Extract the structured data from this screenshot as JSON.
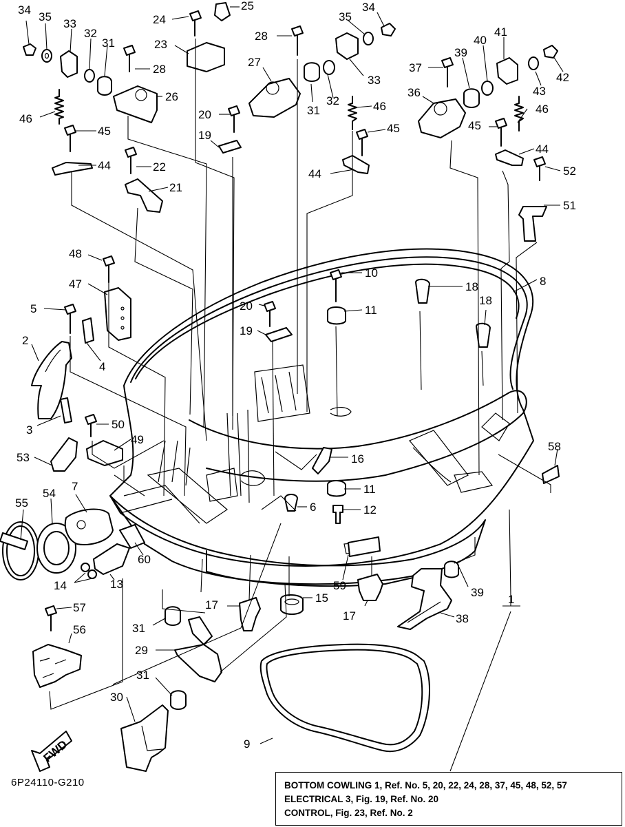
{
  "diagram": {
    "drawing_code": "6P24110-G210",
    "direction_label": "FWD",
    "callouts": [
      {
        "id": "c34a",
        "text": "34"
      },
      {
        "id": "c35a",
        "text": "35"
      },
      {
        "id": "c33a",
        "text": "33"
      },
      {
        "id": "c32a",
        "text": "32"
      },
      {
        "id": "c31a",
        "text": "31"
      },
      {
        "id": "c28a",
        "text": "28"
      },
      {
        "id": "c24",
        "text": "24"
      },
      {
        "id": "c25",
        "text": "25"
      },
      {
        "id": "c23",
        "text": "23"
      },
      {
        "id": "c26",
        "text": "26"
      },
      {
        "id": "c46a",
        "text": "46"
      },
      {
        "id": "c45a",
        "text": "45"
      },
      {
        "id": "c44a",
        "text": "44"
      },
      {
        "id": "c22",
        "text": "22"
      },
      {
        "id": "c21",
        "text": "21"
      },
      {
        "id": "c20a",
        "text": "20"
      },
      {
        "id": "c19a",
        "text": "19"
      },
      {
        "id": "c28b",
        "text": "28"
      },
      {
        "id": "c27",
        "text": "27"
      },
      {
        "id": "c35b",
        "text": "35"
      },
      {
        "id": "c34b",
        "text": "34"
      },
      {
        "id": "c33b",
        "text": "33"
      },
      {
        "id": "c31b",
        "text": "31"
      },
      {
        "id": "c32b",
        "text": "32"
      },
      {
        "id": "c46b",
        "text": "46"
      },
      {
        "id": "c45b",
        "text": "45"
      },
      {
        "id": "c44b",
        "text": "44"
      },
      {
        "id": "c37",
        "text": "37"
      },
      {
        "id": "c39a",
        "text": "39"
      },
      {
        "id": "c40",
        "text": "40"
      },
      {
        "id": "c41",
        "text": "41"
      },
      {
        "id": "c42",
        "text": "42"
      },
      {
        "id": "c43",
        "text": "43"
      },
      {
        "id": "c36",
        "text": "36"
      },
      {
        "id": "c46c",
        "text": "46"
      },
      {
        "id": "c45c",
        "text": "45"
      },
      {
        "id": "c44c",
        "text": "44"
      },
      {
        "id": "c52",
        "text": "52"
      },
      {
        "id": "c51",
        "text": "51"
      },
      {
        "id": "c48",
        "text": "48"
      },
      {
        "id": "c47",
        "text": "47"
      },
      {
        "id": "c10",
        "text": "10"
      },
      {
        "id": "c18a",
        "text": "18"
      },
      {
        "id": "c8",
        "text": "8"
      },
      {
        "id": "c11a",
        "text": "11"
      },
      {
        "id": "c18b",
        "text": "18"
      },
      {
        "id": "c20b",
        "text": "20"
      },
      {
        "id": "c19b",
        "text": "19"
      },
      {
        "id": "c5",
        "text": "5"
      },
      {
        "id": "c4",
        "text": "4"
      },
      {
        "id": "c2",
        "text": "2"
      },
      {
        "id": "c3",
        "text": "3"
      },
      {
        "id": "c50",
        "text": "50"
      },
      {
        "id": "c49",
        "text": "49"
      },
      {
        "id": "c53",
        "text": "53"
      },
      {
        "id": "c16",
        "text": "16"
      },
      {
        "id": "c58",
        "text": "58"
      },
      {
        "id": "c55",
        "text": "55"
      },
      {
        "id": "c54",
        "text": "54"
      },
      {
        "id": "c7",
        "text": "7"
      },
      {
        "id": "c11b",
        "text": "11"
      },
      {
        "id": "c6",
        "text": "6"
      },
      {
        "id": "c12",
        "text": "12"
      },
      {
        "id": "c60",
        "text": "60"
      },
      {
        "id": "c14",
        "text": "14"
      },
      {
        "id": "c13",
        "text": "13"
      },
      {
        "id": "c59",
        "text": "59"
      },
      {
        "id": "c39b",
        "text": "39"
      },
      {
        "id": "c1",
        "text": "1"
      },
      {
        "id": "c17a",
        "text": "17"
      },
      {
        "id": "c15",
        "text": "15"
      },
      {
        "id": "c17b",
        "text": "17"
      },
      {
        "id": "c38",
        "text": "38"
      },
      {
        "id": "c57",
        "text": "57"
      },
      {
        "id": "c56",
        "text": "56"
      },
      {
        "id": "c31c",
        "text": "31"
      },
      {
        "id": "c29",
        "text": "29"
      },
      {
        "id": "c31d",
        "text": "31"
      },
      {
        "id": "c30",
        "text": "30"
      },
      {
        "id": "c9",
        "text": "9"
      }
    ]
  },
  "notes": {
    "line1": "BOTTOM COWLING 1, Ref. No. 5, 20, 22, 24, 28, 37, 45, 48, 52, 57",
    "line2": "ELECTRICAL 3, Fig. 19, Ref. No. 20",
    "line3": "CONTROL, Fig. 23, Ref. No. 2"
  }
}
